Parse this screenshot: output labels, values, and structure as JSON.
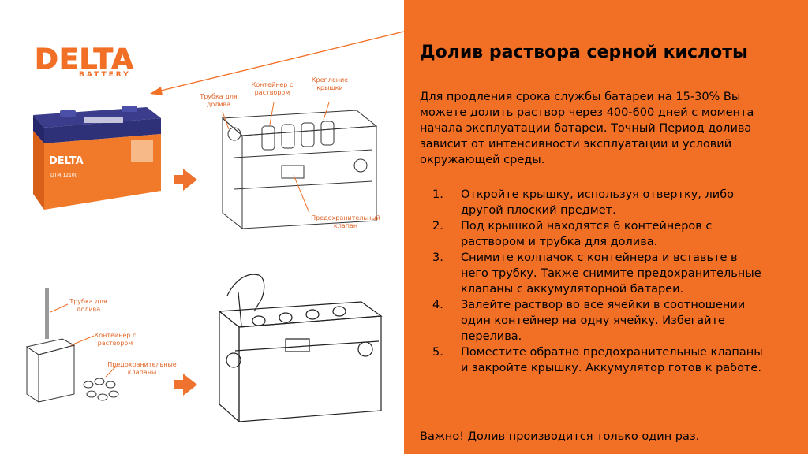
{
  "logo": {
    "word": "DELTA",
    "sub": "BATTERY"
  },
  "battery": {
    "brand": "DELTA",
    "model": "DTM 12100 I"
  },
  "diagram1": {
    "label_tube": "Трубка для долива",
    "label_container": "Контейнер с раствором",
    "label_cap": "Крепление крышки",
    "label_valve": "Предохранительный клапан"
  },
  "diagram2": {
    "label_tube": "Трубка для долива",
    "label_container": "Контейнер с раствором",
    "label_valves": "Предохранительные клапаны"
  },
  "panel": {
    "title": "Долив раствора серной кислоты",
    "intro": "Для продления срока службы батареи на 15-30% Вы можете долить раствор через 400-600 дней с момента начала эксплуатации батареи. Точный Период долива зависит от интенсивности эксплуатации и условий окружающей среды.",
    "steps": [
      {
        "num": "1.",
        "text": "Откройте крышку, используя отвертку, либо другой плоский предмет."
      },
      {
        "num": "2.",
        "text": "Под крышкой находятся 6 контейнеров с раствором и трубка для долива."
      },
      {
        "num": "3.",
        "text": "Снимите колпачок с контейнера и вставьте в него трубку. Также снимите предохранительные клапаны с аккумуляторной батареи."
      },
      {
        "num": "4.",
        "text": "Залейте раствор во все ячейки в соотношении один контейнер на одну ячейку. Избегайте перелива."
      },
      {
        "num": "5.",
        "text": "Поместите обратно предохранительные клапаны и закройте крышку. Аккумулятор готов к работе."
      }
    ],
    "note": "Важно! Долив производится только один раз."
  },
  "colors": {
    "accent": "#f26f26",
    "text_on_accent": "#ffffff",
    "label": "#e2662a"
  }
}
